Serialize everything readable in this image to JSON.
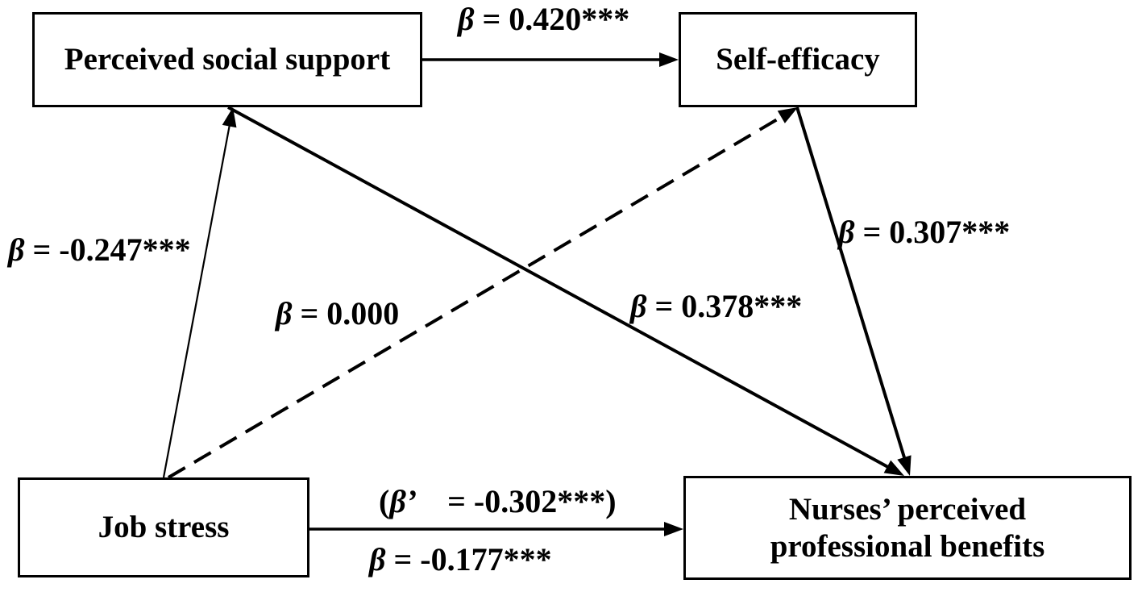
{
  "nodes": {
    "perceived_social_support": "Perceived social support",
    "self_efficacy": "Self-efficacy",
    "job_stress": "Job stress",
    "professional_benefits": [
      "Nurses’ perceived",
      "professional benefits"
    ]
  },
  "paths": {
    "social_support_to_self_efficacy": {
      "dashed": false,
      "label": {
        "symbol": "β",
        "value": " = 0.420***"
      }
    },
    "job_stress_to_social_support": {
      "dashed": false,
      "label": {
        "symbol": "β",
        "value": " = -0.247***"
      }
    },
    "job_stress_to_self_efficacy": {
      "dashed": true,
      "label": {
        "symbol": "β",
        "value": " = 0.000"
      }
    },
    "social_support_to_benefits": {
      "dashed": false,
      "label": {
        "symbol": "β",
        "value": " = 0.378***"
      }
    },
    "self_efficacy_to_benefits": {
      "dashed": false,
      "label": {
        "symbol": "β",
        "value": " = 0.307***"
      }
    },
    "job_stress_to_benefits": {
      "dashed": false,
      "labels": [
        {
          "open": "(",
          "symbol": "β’",
          "value": " = -0.302***)"
        },
        {
          "symbol": "β",
          "value": " = -0.177***"
        }
      ]
    }
  },
  "colors": {
    "ink": "#000000",
    "background": "#ffffff"
  }
}
